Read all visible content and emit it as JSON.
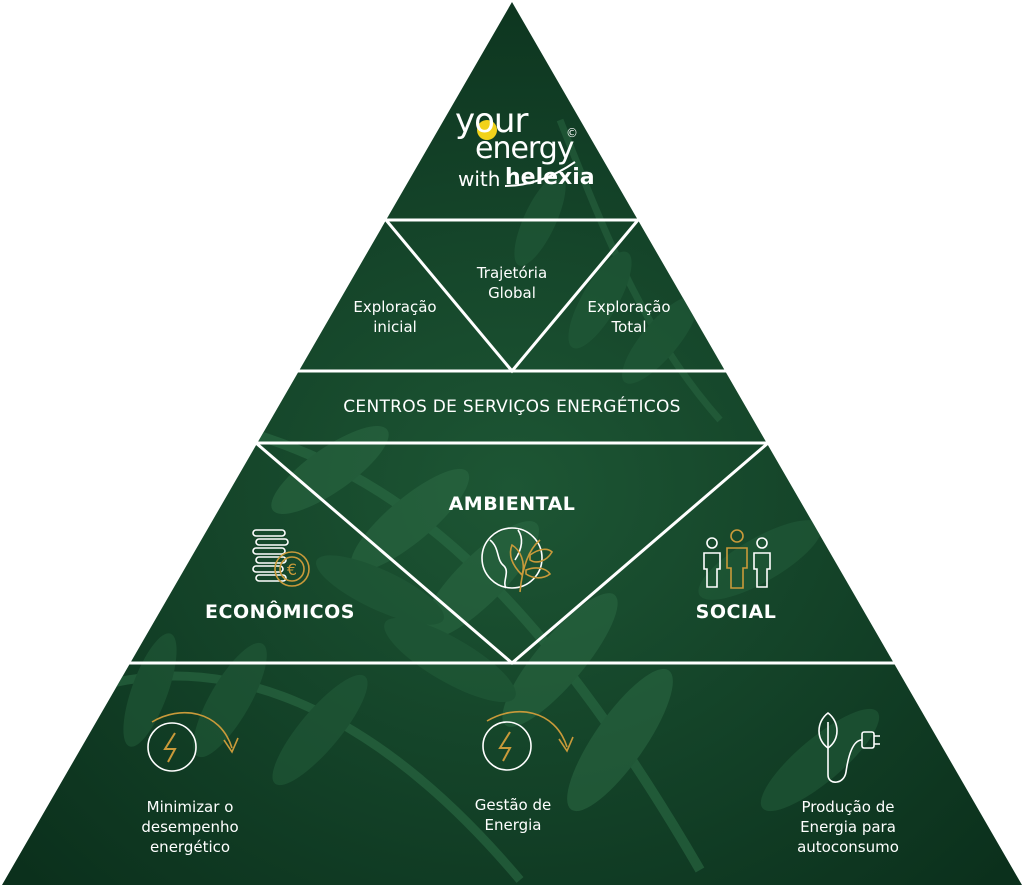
{
  "logo": {
    "your": "your",
    "energy": "energy",
    "with": "with",
    "brand": "helexia",
    "copyright": "©"
  },
  "tier2": {
    "left": "Exploração\ninicial",
    "center": "Trajetória\nGlobal",
    "right": "Exploração\nTotal"
  },
  "tier3": {
    "band": "CENTROS DE SERVIÇOS ENERGÉTICOS"
  },
  "tier4": {
    "center": "AMBIENTAL",
    "left": "ECONÔMICOS",
    "right": "SOCIAL"
  },
  "tier5": {
    "left": "Minimizar o\ndesempenho\nenergético",
    "center": "Gestão de\nEnergia",
    "right": "Produção de\nEnergia para\nautoconsumo"
  },
  "colors": {
    "green_dark": "#0f3d24",
    "green_mid": "#1f5a38",
    "accent_gold": "#c99a3a",
    "accent_yellow": "#f2d21b",
    "line": "#ffffff"
  },
  "icons": {
    "economic": "euro-coins-icon",
    "environmental": "globe-leaf-icon",
    "social": "people-icon",
    "minimize": "energy-cycle-icon",
    "management": "energy-cycle-icon",
    "production": "leaf-plug-icon"
  }
}
